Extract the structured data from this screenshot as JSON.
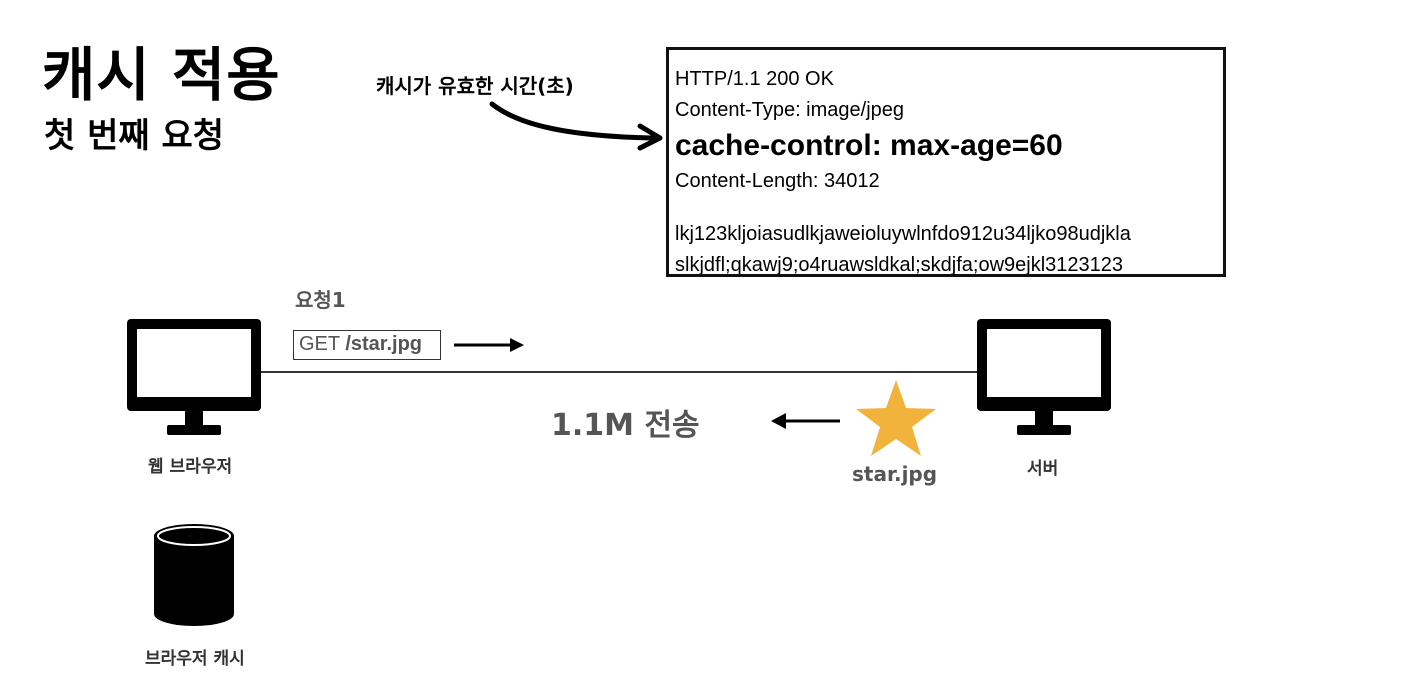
{
  "title": "캐시 적용",
  "subtitle": "첫 번째 요청",
  "annotation": "캐시가 유효한 시간(초)",
  "response": {
    "status_line": "HTTP/1.1 200 OK",
    "content_type": "Content-Type: image/jpeg",
    "cache_control": "cache-control: max-age=60",
    "content_length": "Content-Length: 34012",
    "body_line1": "lkj123kljoiasudlkjaweioluywlnfdo912u34ljko98udjkla",
    "body_line2": "slkjdfl;qkawj9;o4ruawsldkal;skdjfa;ow9ejkl3123123"
  },
  "request": {
    "label": "요청1",
    "method": "GET",
    "path": "/star.jpg"
  },
  "transfer_label": "1.1M 전송",
  "resource_label": "star.jpg",
  "nodes": {
    "browser": "웹 브라우저",
    "server": "서버",
    "cache": "브라우저 캐시"
  },
  "colors": {
    "star": "#F2B33D",
    "text_gray": "#555555",
    "ink": "#000000"
  },
  "icons": {
    "browser": "monitor-icon",
    "server": "monitor-icon",
    "cache": "database-cylinder-icon",
    "resource": "star-icon"
  }
}
